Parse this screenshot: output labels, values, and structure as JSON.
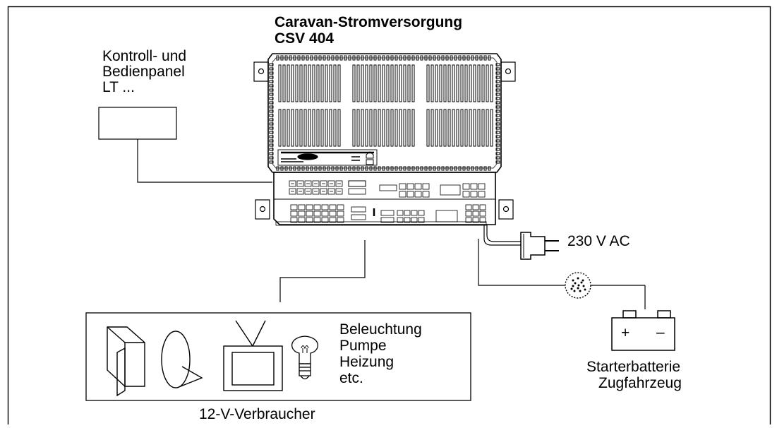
{
  "title": {
    "line1": "Caravan-Stromversorgung",
    "line2": "CSV 404"
  },
  "control_panel": {
    "line1": "Kontroll- und",
    "line2": "Bedienpanel",
    "line3": "LT ..."
  },
  "mains": {
    "label": "230 V AC"
  },
  "battery": {
    "line1": "Starterbatterie",
    "line2": "Zugfahrzeug",
    "plus": "+",
    "minus": "–"
  },
  "consumers": {
    "items": [
      "Beleuchtung",
      "Pumpe",
      "Heizung",
      "etc."
    ],
    "caption": "12-V-Verbraucher"
  },
  "icons": [
    "cabinet-icon",
    "mirror-icon",
    "tv-icon",
    "light-bulb-icon",
    "plug-icon",
    "trailer-socket-icon",
    "battery-icon"
  ]
}
